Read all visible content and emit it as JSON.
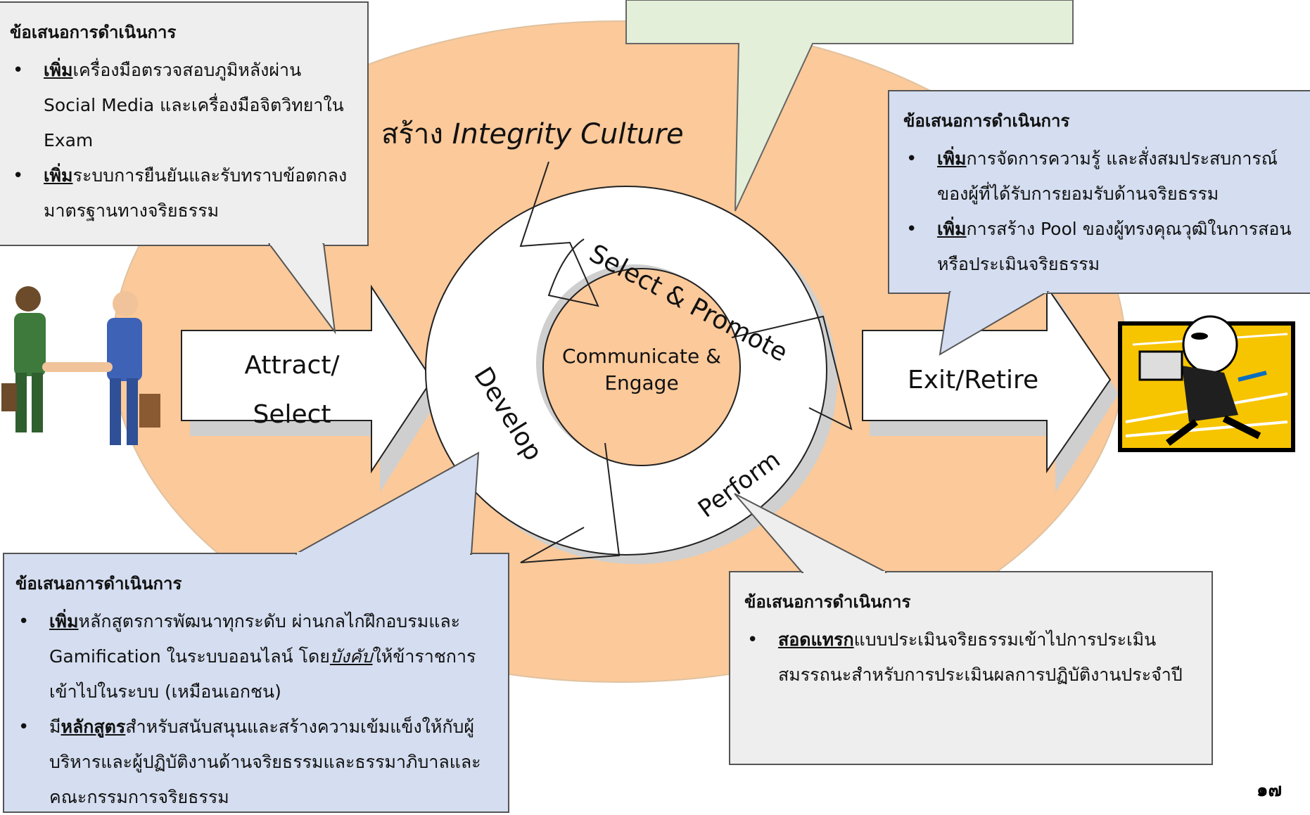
{
  "title": {
    "prefix": "สร้าง",
    "emphasis": "Integrity Culture"
  },
  "stages": {
    "attract_line1": "Attract/",
    "attract_line2": "Select",
    "select_promote": "Select & Promote",
    "develop": "Develop",
    "perform": "Perform",
    "exit": "Exit/Retire",
    "center_line1": "Communicate &",
    "center_line2": "Engage"
  },
  "callouts": {
    "top_left": {
      "heading": "ข้อเสนอการดำเนินการ",
      "items": [
        {
          "em": "เพิ่ม",
          "text": "เครื่องมือตรวจสอบภูมิหลังผ่าน Social Media และเครื่องมือจิตวิทยาใน Exam"
        },
        {
          "em": "เพิ่ม",
          "text": "ระบบการยืนยันและรับทราบข้อตกลงมาตรฐานทางจริยธรรม"
        }
      ]
    },
    "top_right": {
      "heading": "ข้อเสนอการดำเนินการ",
      "items": [
        {
          "em": "เพิ่ม",
          "text": "การจัดการความรู้ และสั่งสมประสบการณ์ของผู้ที่ได้รับการยอมรับด้านจริยธรรม"
        },
        {
          "em": "เพิ่ม",
          "text": "การสร้าง Pool ของผู้ทรงคุณวุฒิในการสอนหรือประเมินจริยธรรม"
        }
      ]
    },
    "bottom_left": {
      "heading": "ข้อเสนอการดำเนินการ",
      "items": [
        {
          "em": "เพิ่ม",
          "text": "หลักสูตรการพัฒนาทุกระดับ ผ่านกลไกฝึกอบรมและ Gamification ในระบบออนไลน์ โดย",
          "it": "บังคับ",
          "tail": "ให้ข้าราชการเข้าไปในระบบ (เหมือนเอกชน)"
        },
        {
          "pre": "มี",
          "em": "หลักสูตร",
          "text": "สำหรับสนับสนุนและสร้างความเข้มแข็งให้กับผู้บริหารและผู้ปฏิบัติงานด้านจริยธรรมและธรรมาภิบาลและคณะกรรมการจริยธรรม"
        }
      ]
    },
    "bottom_right": {
      "heading": "ข้อเสนอการดำเนินการ",
      "items": [
        {
          "em": "สอดแทรก",
          "text": "แบบประเมินจริยธรรมเข้าไปการประเมินสมรรถนะสำหรับการประเมินผลการปฏิบัติงานประจำปี"
        }
      ]
    }
  },
  "page_number": "๑๗",
  "colors": {
    "ring": "#FBC99A",
    "callout_gray": "#EEEEEE",
    "callout_blue": "#D5DEF0",
    "callout_green": "#E4EFD9",
    "briefcase_bg": "#F7C400"
  },
  "icons": [
    "handshake-clipart",
    "running-businessman-clipart"
  ]
}
